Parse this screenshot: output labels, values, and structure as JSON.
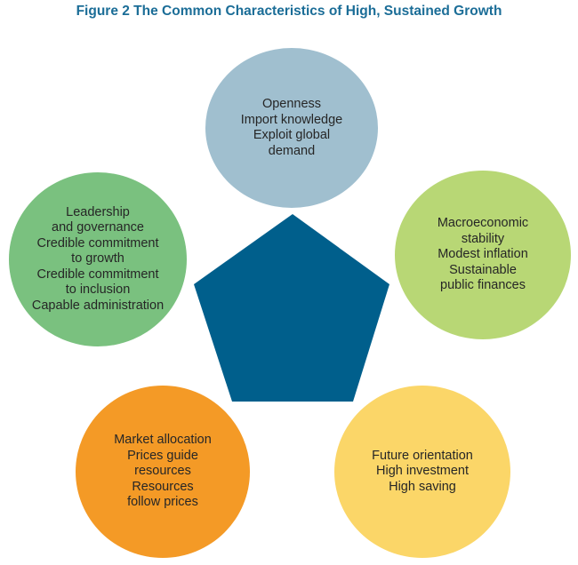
{
  "title": "Figure 2 The Common Characteristics of High, Sustained Growth",
  "colors": {
    "title": "#1b6d97",
    "pentagon": "#005f8c",
    "openness": "#a0bfcf",
    "macro": "#b8d775",
    "leadership": "#7ac17f",
    "market": "#f49a26",
    "future": "#fbd668"
  },
  "nodes": {
    "openness": {
      "lines": [
        "Openness",
        "Import knowledge",
        "Exploit global",
        "demand"
      ]
    },
    "macro": {
      "lines": [
        "Macroeconomic",
        "stability",
        "Modest inflation",
        "Sustainable",
        "public finances"
      ]
    },
    "leadership": {
      "lines": [
        "Leadership",
        "and governance",
        "Credible commitment",
        "to growth",
        "Credible commitment",
        "to inclusion",
        "Capable administration"
      ]
    },
    "market": {
      "lines": [
        "Market allocation",
        "Prices guide",
        "resources",
        "Resources",
        "follow prices"
      ]
    },
    "future": {
      "lines": [
        "Future orientation",
        "High investment",
        "High saving"
      ]
    }
  }
}
